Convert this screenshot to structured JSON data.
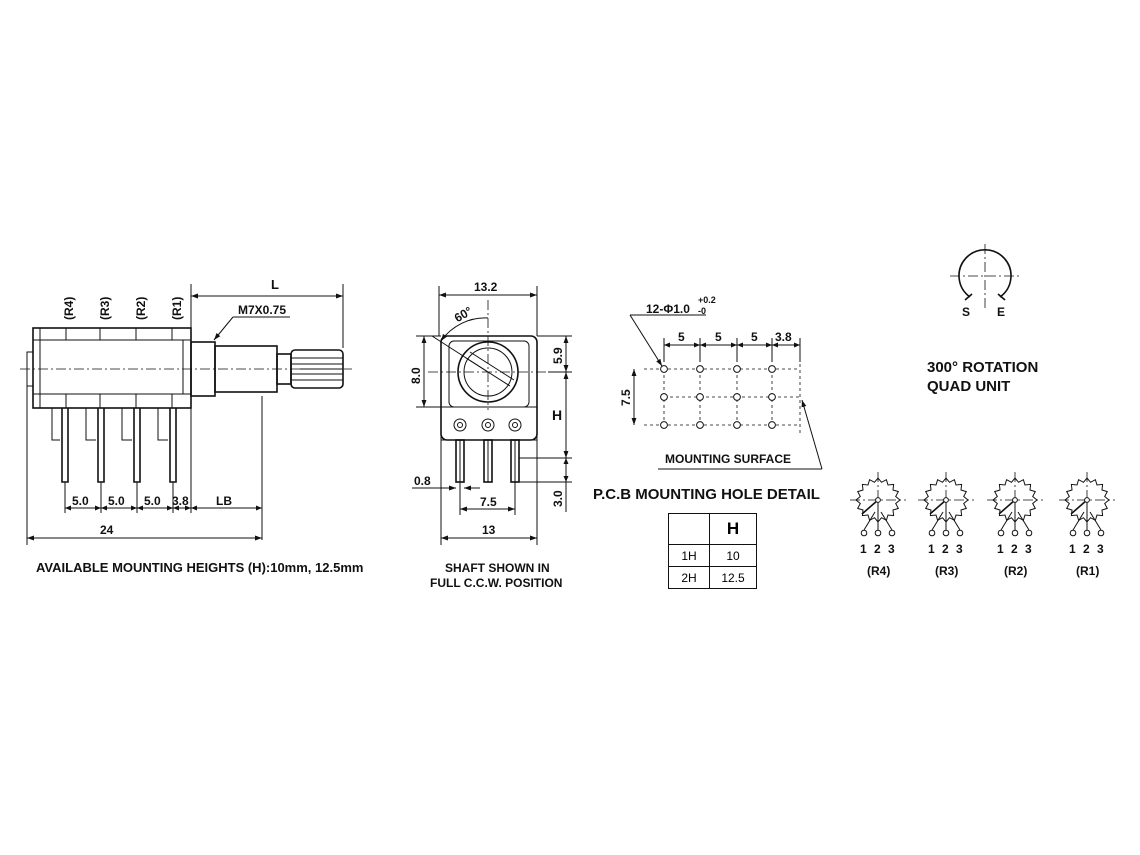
{
  "side_view": {
    "section_labels": [
      "(R4)",
      "(R3)",
      "(R2)",
      "(R1)"
    ],
    "length_label": "L",
    "thread_label": "M7X0.75",
    "pitch_dims": [
      "5.0",
      "5.0",
      "5.0",
      "3.8"
    ],
    "lb_label": "LB",
    "total_label": "24",
    "caption": "AVAILABLE MOUNTING HEIGHTS  (H):10mm, 12.5mm"
  },
  "front_view": {
    "width_top": "13.2",
    "angle": "60°",
    "height_body": "8.0",
    "dim_5_9": "5.9",
    "h_label": "H",
    "pin_width": "0.8",
    "pin_pitch": "7.5",
    "pin_length": "3.0",
    "width_bottom": "13",
    "caption_line1": "SHAFT SHOWN IN",
    "caption_line2": "FULL C.C.W. POSITION"
  },
  "pcb": {
    "hole_spec": "12-Φ1.0",
    "tol_plus": "+0.2",
    "tol_minus": "-0",
    "pitch_dims": [
      "5",
      "5",
      "5",
      "3.8"
    ],
    "row_dim": "7.5",
    "surface_label": "MOUNTING SURFACE",
    "title": "P.C.B MOUNTING HOLE DETAIL",
    "table": {
      "header": [
        "",
        "H"
      ],
      "rows": [
        [
          "1H",
          "10"
        ],
        [
          "2H",
          "12.5"
        ]
      ]
    }
  },
  "rotation": {
    "s_label": "S",
    "e_label": "E",
    "title_line1": "300° ROTATION",
    "title_line2": "QUAD UNIT"
  },
  "schematics": [
    {
      "pins": [
        "1",
        "2",
        "3"
      ],
      "name": "(R4)"
    },
    {
      "pins": [
        "1",
        "2",
        "3"
      ],
      "name": "(R3)"
    },
    {
      "pins": [
        "1",
        "2",
        "3"
      ],
      "name": "(R2)"
    },
    {
      "pins": [
        "1",
        "2",
        "3"
      ],
      "name": "(R1)"
    }
  ]
}
